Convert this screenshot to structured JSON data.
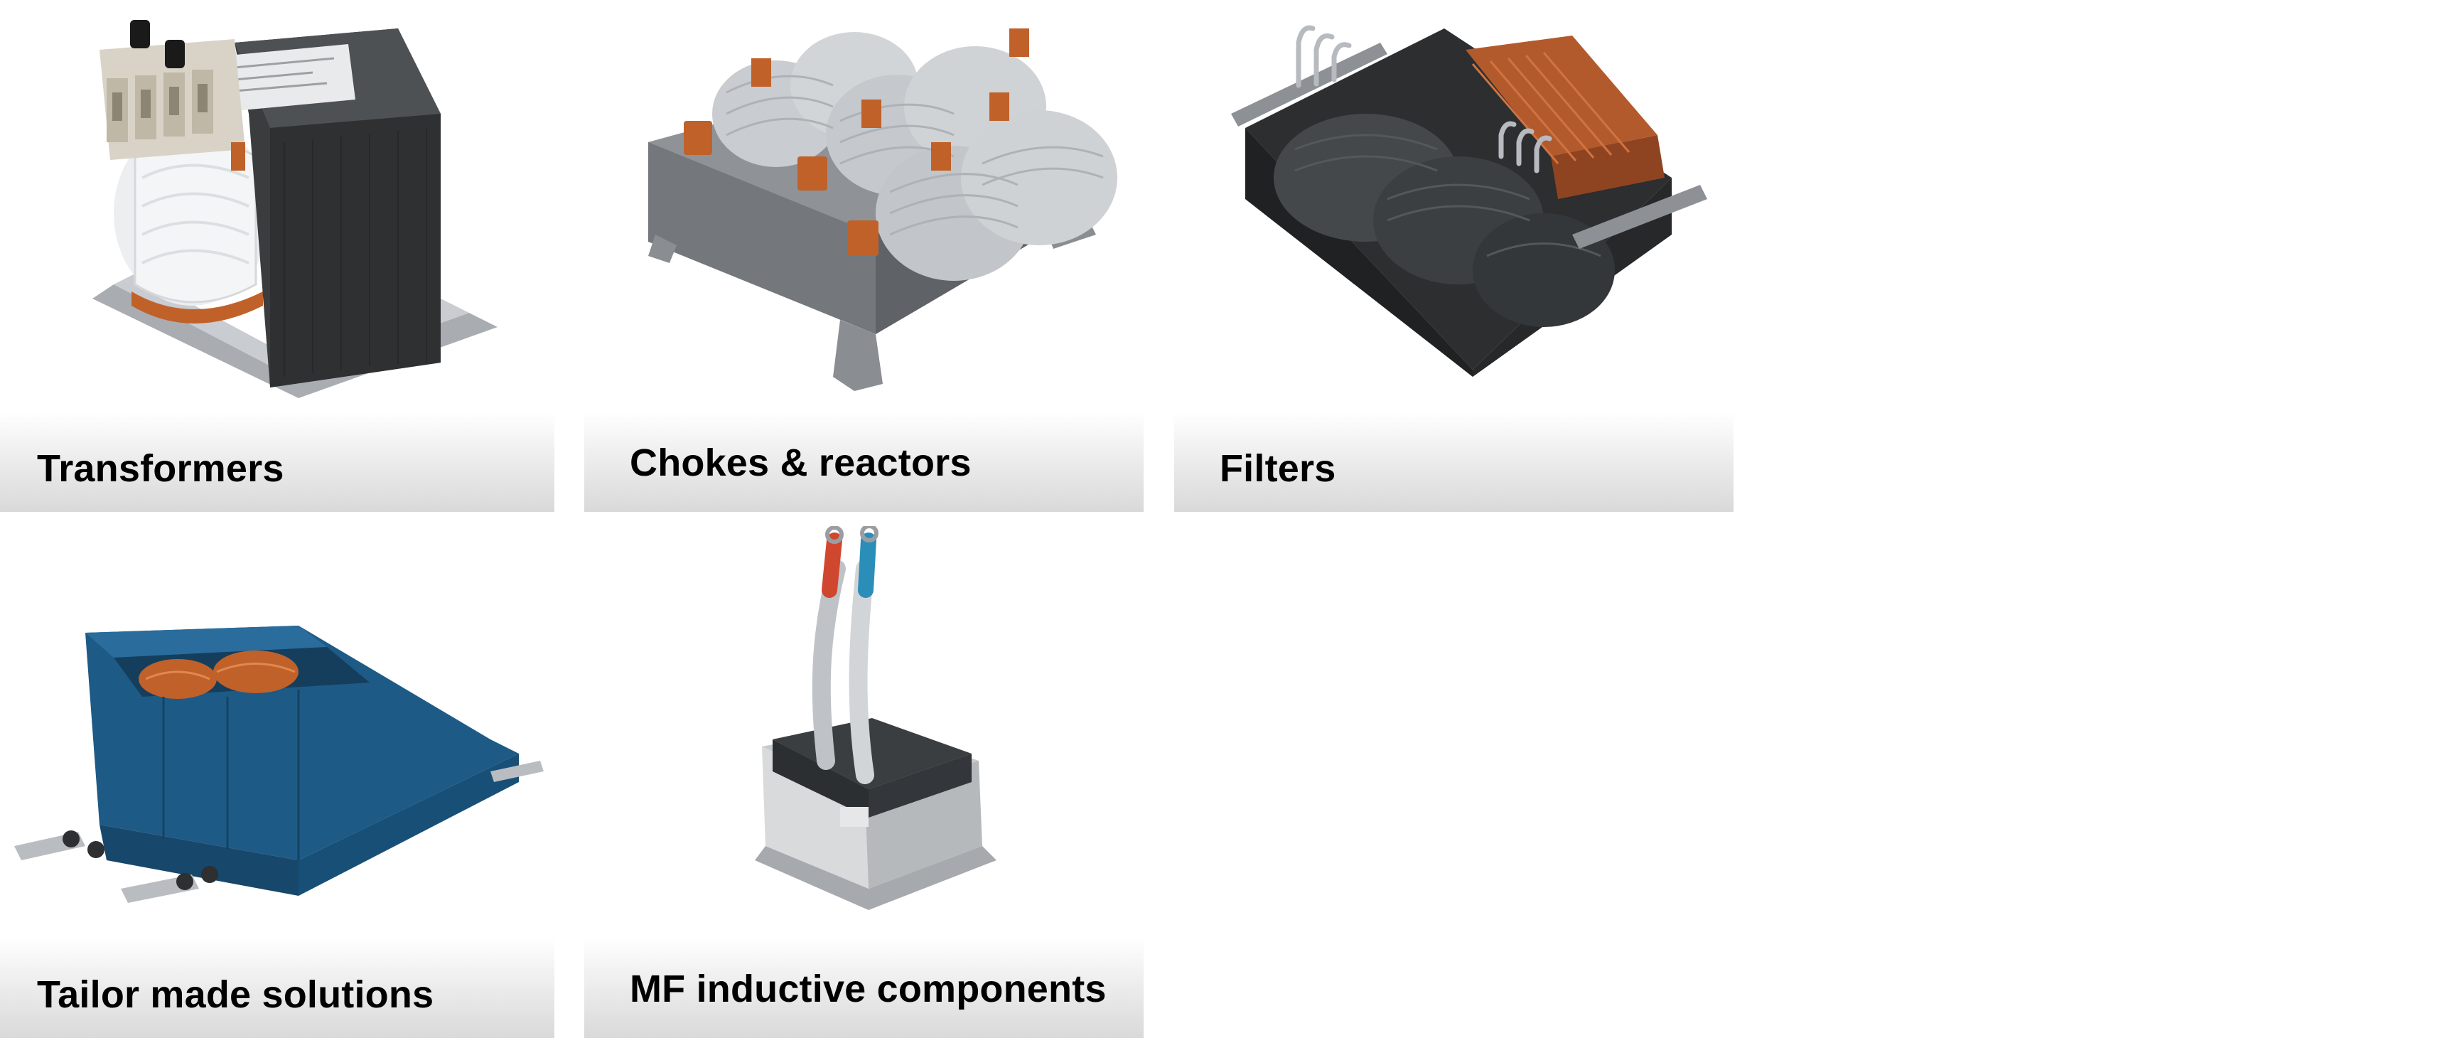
{
  "tiles": [
    {
      "label": "Transformers",
      "image": "transformer-image"
    },
    {
      "label": "Chokes & reactors",
      "image": "choke-reactor-image"
    },
    {
      "label": "Filters",
      "image": "filter-image"
    },
    {
      "label": "Tailor made solutions",
      "image": "tailor-made-solution-image"
    },
    {
      "label": "MF inductive components",
      "image": "mf-inductive-component-image"
    }
  ],
  "colors": {
    "caption_text": "#000000",
    "caption_gradient_top": "#ffffff",
    "caption_gradient_bottom": "#d9d9d9",
    "copper": "#c0612a",
    "steel": "#9a9ea3",
    "dark_core": "#3a3c3e",
    "tailor_blue": "#1e5a86"
  }
}
